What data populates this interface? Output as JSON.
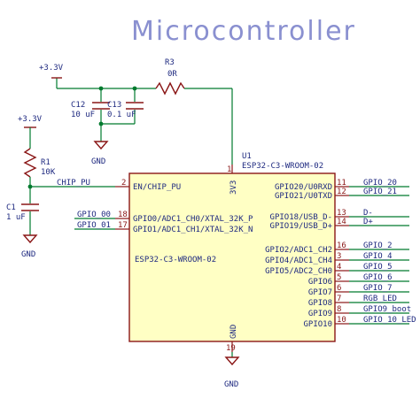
{
  "sheet_title": "Microcontroller",
  "colors": {
    "title": "#8a90d0",
    "wire": "#007a2e",
    "component": "#8a1616",
    "text": "#1f2a80",
    "body_fill": "#ffffc4"
  },
  "power": {
    "v33_top": "+3.3V",
    "v33_left": "+3.3V",
    "gnd_caps": "GND",
    "gnd_c1": "GND",
    "gnd_u1": "GND"
  },
  "components": {
    "r3": {
      "ref": "R3",
      "value": "0R"
    },
    "c12": {
      "ref": "C12",
      "value": "10 uF"
    },
    "c13": {
      "ref": "C13",
      "value": "0.1 uF"
    },
    "r1": {
      "ref": "R1",
      "value": "10K"
    },
    "c1": {
      "ref": "C1",
      "value": "1 uF"
    },
    "u1": {
      "ref": "U1",
      "value": "ESP32-C3-WROOM-02",
      "body_label": "ESP32-C3-WROOM-02"
    }
  },
  "nets": {
    "chip_pu": "CHIP_PU",
    "gpio00": "GPIO_00",
    "gpio01": "GPIO_01",
    "right": [
      "GPIO_20",
      "GPIO_21",
      "D-",
      "D+",
      "GPIO_2",
      "GPIO_4",
      "GPIO_5",
      "GPIO_6",
      "GPIO_7",
      "RGB_LED",
      "GPIO9_boot",
      "GPIO_10_LED"
    ]
  },
  "u1_pins": {
    "left": [
      {
        "name": "EN/CHIP_PU",
        "num": "2"
      },
      {
        "name": "GPIO0/ADC1_CH0/XTAL_32K_P",
        "num": "18"
      },
      {
        "name": "GPIO1/ADC1_CH1/XTAL_32K_N",
        "num": "17"
      }
    ],
    "top": {
      "name": "3V3",
      "num": "1"
    },
    "bottom": {
      "name": "GND",
      "num": "19"
    },
    "right": [
      {
        "name": "GPIO20/U0RXD",
        "num": "11"
      },
      {
        "name": "GPIO21/U0TXD",
        "num": "12"
      },
      {
        "name": "GPIO18/USB_D-",
        "num": "13"
      },
      {
        "name": "GPIO19/USB_D+",
        "num": "14"
      },
      {
        "name": "GPIO2/ADC1_CH2",
        "num": "16"
      },
      {
        "name": "GPIO4/ADC1_CH4",
        "num": "3"
      },
      {
        "name": "GPIO5/ADC2_CH0",
        "num": "4"
      },
      {
        "name": "GPIO6",
        "num": "5"
      },
      {
        "name": "GPIO7",
        "num": "6"
      },
      {
        "name": "GPIO8",
        "num": "7"
      },
      {
        "name": "GPIO9",
        "num": "8"
      },
      {
        "name": "GPIO10",
        "num": "10"
      }
    ]
  }
}
